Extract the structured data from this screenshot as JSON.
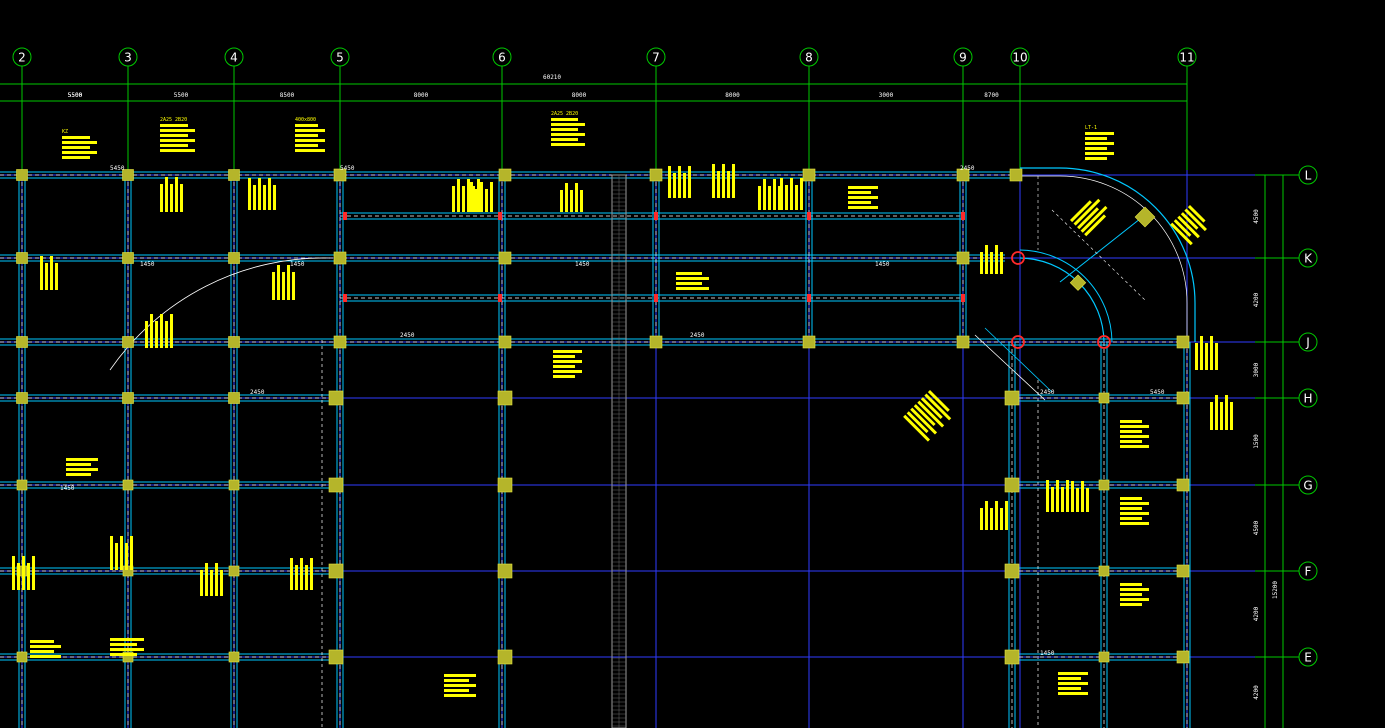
{
  "drawing": {
    "colors": {
      "background": "#000000",
      "grid_axis": "#00c800",
      "grid_line": "#2f3bff",
      "beam": "#00c8ff",
      "column": "#b5b52a",
      "annotation": "#ffff00",
      "dimension_text": "#ffffff",
      "rebar_mark": "#ff2a2a",
      "shaft": "#9a9a9a"
    },
    "vertical_axes": [
      {
        "label": "2"
      },
      {
        "label": "3"
      },
      {
        "label": "4"
      },
      {
        "label": "5"
      },
      {
        "label": "6"
      },
      {
        "label": "7"
      },
      {
        "label": "8"
      },
      {
        "label": "9"
      },
      {
        "label": "10"
      },
      {
        "label": "11"
      }
    ],
    "horizontal_axes": [
      {
        "label": "L"
      },
      {
        "label": "K"
      },
      {
        "label": "J"
      },
      {
        "label": "H"
      },
      {
        "label": "G"
      },
      {
        "label": "F"
      },
      {
        "label": "E"
      }
    ],
    "overall_dimension": "60210",
    "bay_dimensions": [
      "5500",
      "5500",
      "5500",
      "8500",
      "8000",
      "8000",
      "8000",
      "3000",
      "8700"
    ],
    "right_dimensions": [
      "4500",
      "4200",
      "3000",
      "1500",
      "4500",
      "4200",
      "4200",
      "1500"
    ],
    "right_total_dimension": "15200",
    "annotation_labels": {
      "column_tag": "KZ",
      "beam_tag_a": "2A25 2B20",
      "beam_tag_b": "2A25 2B20",
      "beam_size": "400x800",
      "stair_note": "LT-1",
      "mark_a": "5450",
      "mark_b": "1450",
      "mark_c": "2450"
    }
  }
}
